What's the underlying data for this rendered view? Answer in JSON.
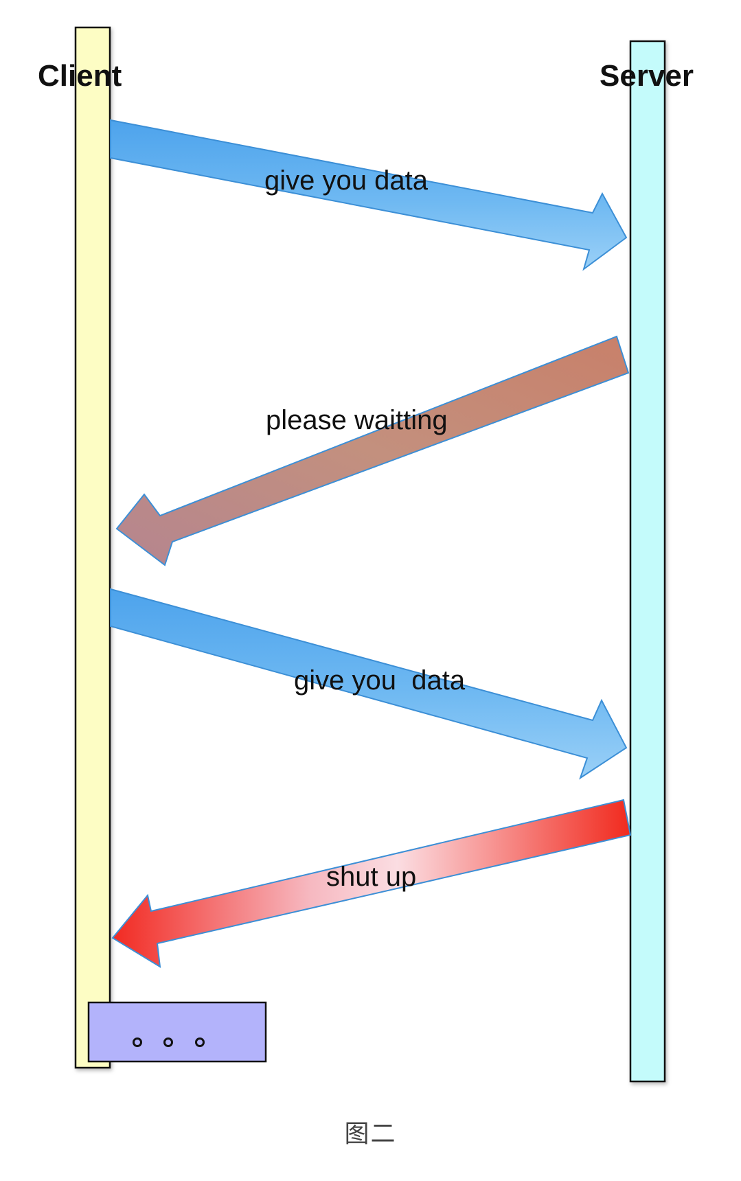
{
  "actors": {
    "client": {
      "label": "Client",
      "color": "#fdfdc4"
    },
    "server": {
      "label": "Server",
      "color": "#c4fbfb"
    }
  },
  "messages": [
    {
      "label": "give you data",
      "direction": "client-to-server",
      "color": "#5badee"
    },
    {
      "label": "please waitting",
      "direction": "server-to-client",
      "color": "#c8876e"
    },
    {
      "label": "give you  data",
      "direction": "client-to-server",
      "color": "#5badee"
    },
    {
      "label": "shut up",
      "direction": "server-to-client",
      "color": "#f53a2e"
    }
  ],
  "continuation": {
    "color": "#b3b3fb"
  },
  "caption": "图二"
}
